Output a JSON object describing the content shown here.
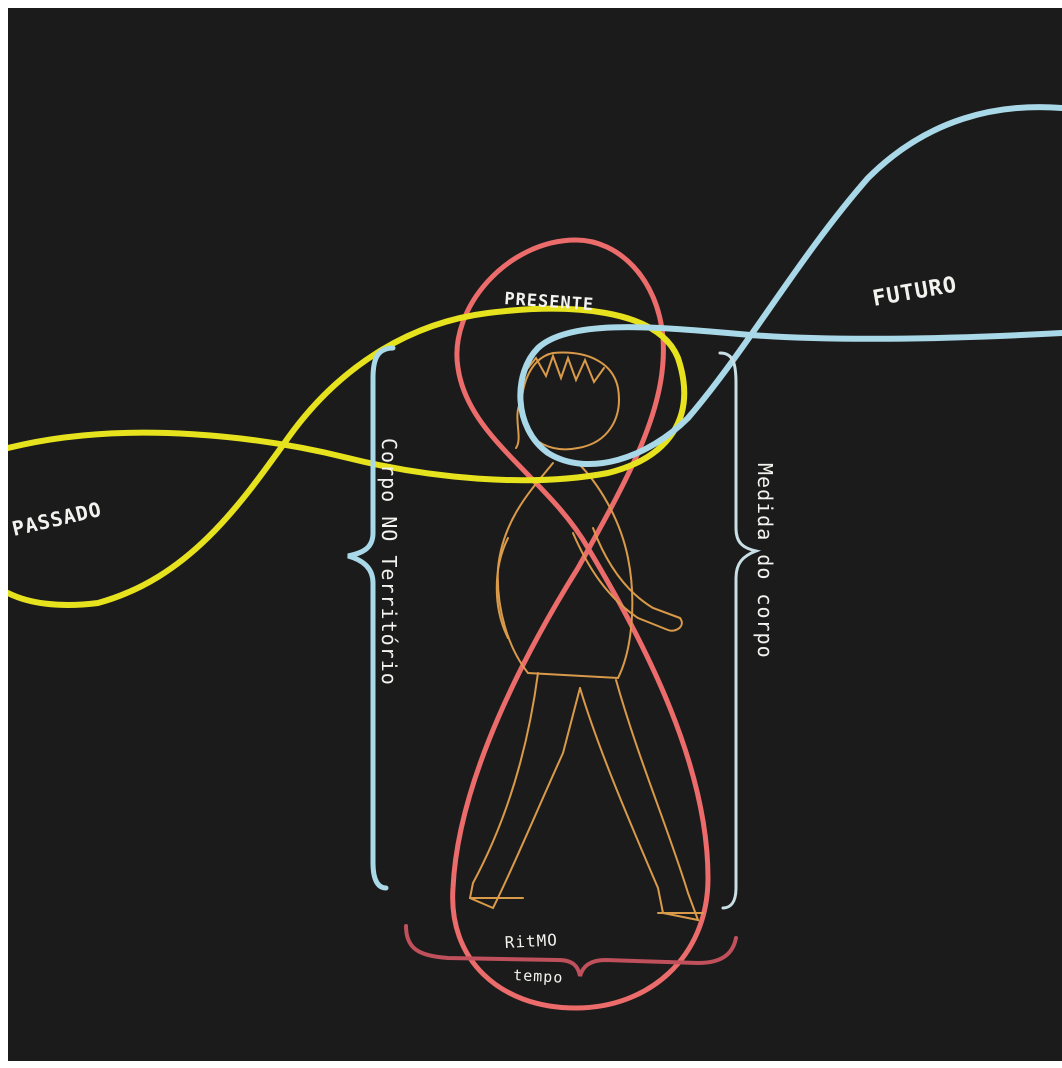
{
  "labels": {
    "passado": "PASSADO",
    "presente": "PRESENTE",
    "futuro": "FUTURO",
    "corpo_no_territorio": "Corpo NO Território",
    "medida_do_corpo": "Medida do corpo",
    "ritmo": "RitMO",
    "tempo": "tempo"
  },
  "colors": {
    "background": "#1b1b1b",
    "past_curve": "#e6e21e",
    "present_loop": "#ec6b6b",
    "future_curve": "#a9d8e8",
    "left_brace": "#a9d8e8",
    "right_brace": "#c9dfe6",
    "bottom_brace": "#c0505c",
    "figure": "#d99a4a",
    "text": "#f2f2ee"
  }
}
